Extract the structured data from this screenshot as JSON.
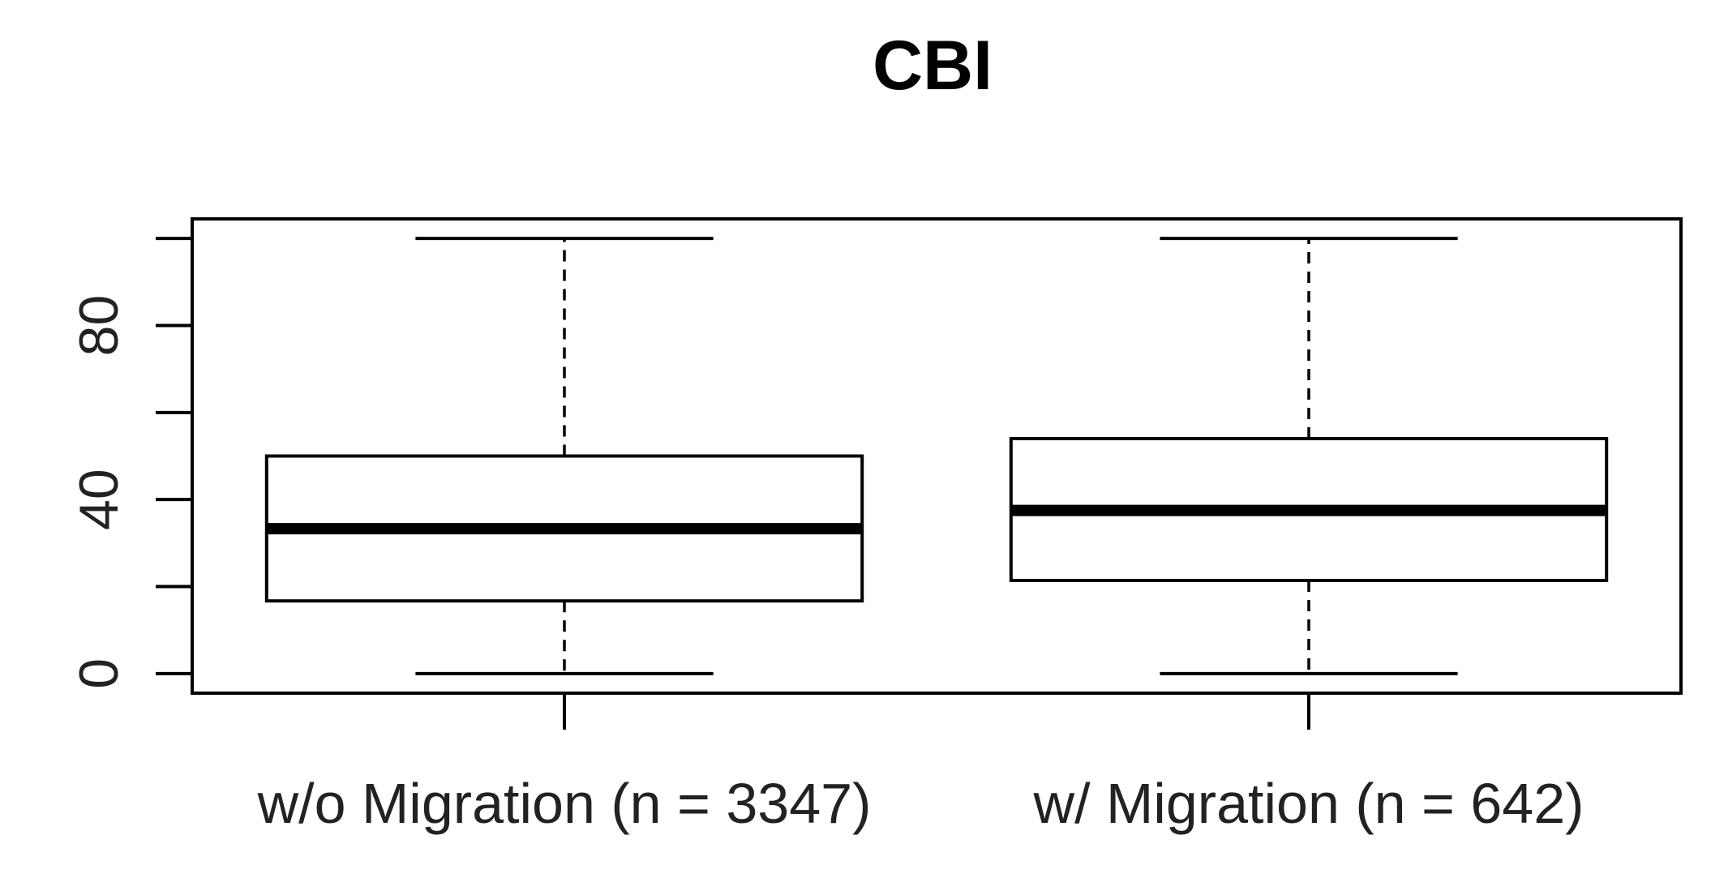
{
  "chart_data": {
    "type": "boxplot",
    "title": "CBI",
    "xlabel": "",
    "ylabel": "",
    "ylim": [
      -4.5,
      104.5
    ],
    "yticks": [
      0,
      20,
      40,
      60,
      80,
      100
    ],
    "ytick_labels": [
      "0",
      "",
      "40",
      "",
      "80",
      ""
    ],
    "grid": false,
    "legend": "none",
    "categories": [
      "w/o Migration (n = 3347)",
      "w/ Migration (n = 642)"
    ],
    "boxes": [
      {
        "category": "w/o Migration (n = 3347)",
        "min": 0,
        "q1": 16.7,
        "median": 33.3,
        "q3": 50,
        "max": 100
      },
      {
        "category": "w/ Migration (n = 642)",
        "min": 0,
        "q1": 21.4,
        "median": 37.5,
        "q3": 54,
        "max": 100
      }
    ],
    "colors": {
      "line": "#000000",
      "box_fill": "#ffffff",
      "text": "#222222"
    }
  }
}
